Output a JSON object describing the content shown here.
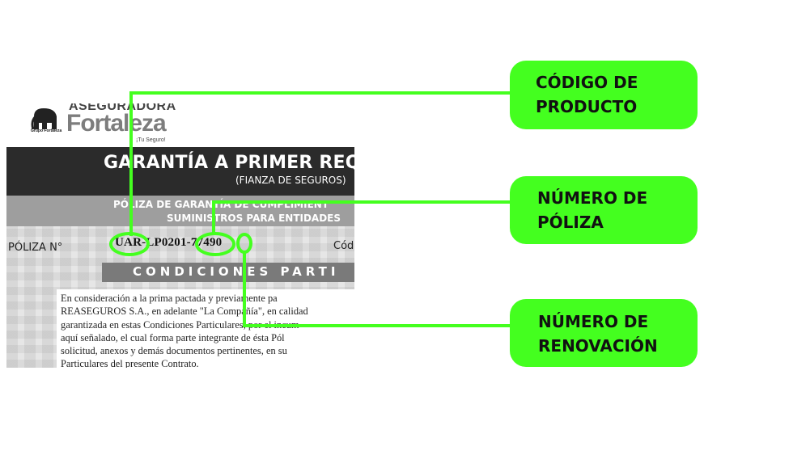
{
  "document": {
    "brand_top": "ASEGURADORA",
    "brand_name": "Fortaleza",
    "brand_group": "Grupo Fortaleza",
    "brand_tagline": "¡Tu Seguro!",
    "title": "GARANTÍA A PRIMER REQU",
    "subtitle": "(FIANZA DE SEGUROS)",
    "grey_line1": "PÓLIZA DE GARANTÍA DE CUMPLIMIENT",
    "grey_line2": "SUMINISTROS PARA ENTIDADES",
    "poliza_label": "PÓLIZA N°",
    "poliza_number": "UAR-LP0201-77490",
    "cod_label": "Cód",
    "conditions": "CONDICIONES PARTI",
    "paragraph": [
      "En consideración a la prima pactada y previamente pa",
      "REASEGUROS S.A., en adelante \"La Compañía\", en calidad",
      "garantizada en estas Condiciones Particulares, por el incum",
      "aquí señalado, el cual forma parte integrante de ésta Pól",
      "solicitud, anexos y demás documentos pertinentes, en su",
      "Particulares del presente Contrato."
    ]
  },
  "callouts": [
    {
      "line1": "CÓDIGO DE",
      "line2": "PRODUCTO"
    },
    {
      "line1": "NÚMERO DE",
      "line2": "PÓLIZA"
    },
    {
      "line1": "NÚMERO DE",
      "line2": "RENOVACIÓN"
    }
  ],
  "colors": {
    "callout_fill": "#44ff1f",
    "connector": "#44ff1f",
    "band_dark": "#2b2b2b",
    "band_grey": "#9e9e9e"
  }
}
